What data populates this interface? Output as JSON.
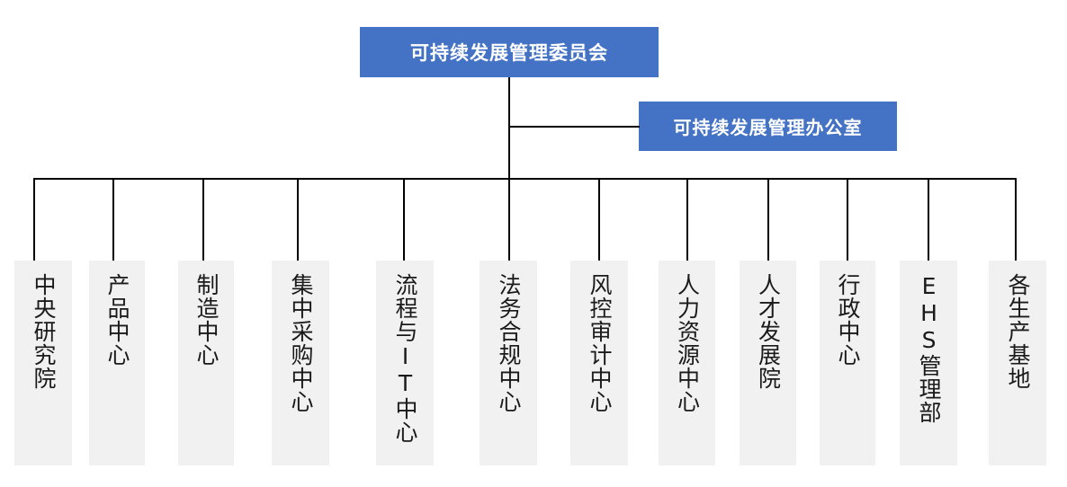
{
  "diagram": {
    "type": "org-chart",
    "title_box": {
      "label": "可持续发展管理委员会",
      "color": "#4472C4",
      "text_color": "#FFFFFF"
    },
    "office_box": {
      "label": "可持续发展管理办公室",
      "color": "#4472C4",
      "text_color": "#FFFFFF"
    },
    "department_box_color": "#F1F1F1",
    "connector_color": "#000000",
    "departments": [
      {
        "label": "中央研究院"
      },
      {
        "label": "产品中心"
      },
      {
        "label": "制造中心"
      },
      {
        "label": "集中采购中心"
      },
      {
        "label": "流程与IT中心"
      },
      {
        "label": "法务合规中心"
      },
      {
        "label": "风控审计中心"
      },
      {
        "label": "人力资源中心"
      },
      {
        "label": "人才发展院"
      },
      {
        "label": "行政中心"
      },
      {
        "label": "EHS管理部"
      },
      {
        "label": "各生产基地"
      }
    ]
  }
}
